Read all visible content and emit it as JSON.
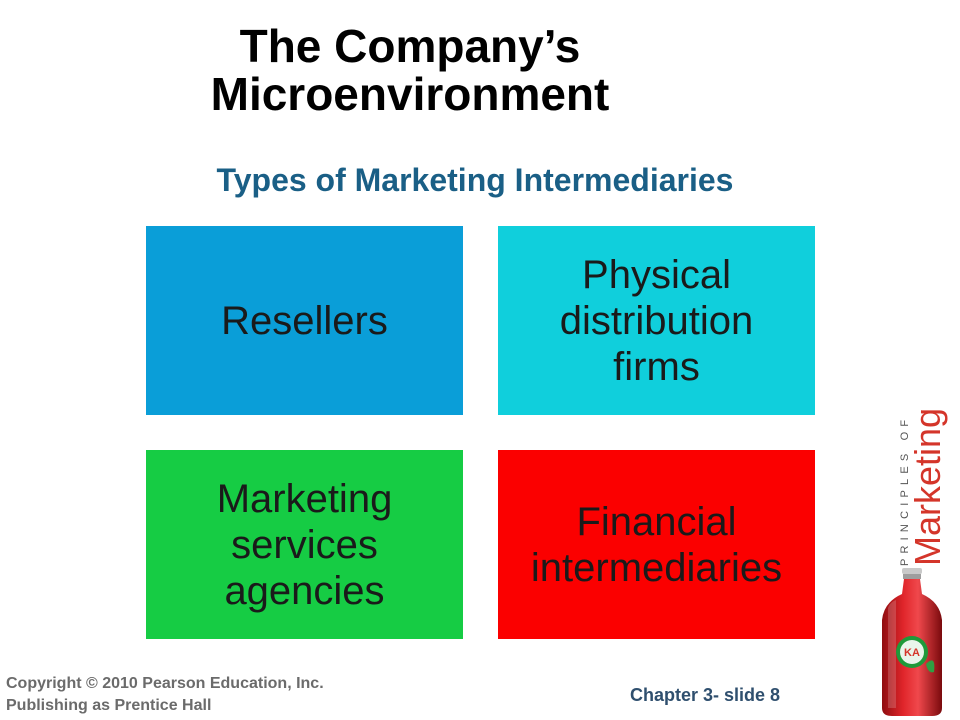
{
  "slide": {
    "title_line1": "The Company’s",
    "title_line2": "Microenvironment",
    "subtitle": "Types of Marketing Intermediaries",
    "boxes": [
      {
        "lines": [
          "Resellers"
        ],
        "color": "#0a9ed8"
      },
      {
        "lines": [
          "Physical",
          "distribution",
          "firms"
        ],
        "color": "#10cfdc"
      },
      {
        "lines": [
          "Marketing",
          "services",
          "agencies"
        ],
        "color": "#16cc44"
      },
      {
        "lines": [
          "Financial",
          "intermediaries"
        ],
        "color": "#fb0000"
      }
    ],
    "book_logo": {
      "small_text": "PRINCIPLES OF",
      "main_text": "Marketing",
      "main_color": "#d4352a"
    },
    "bottle_label": "KA",
    "copyright_line1": "Copyright © 2010 Pearson Education, Inc.",
    "copyright_line2": "Publishing as Prentice Hall",
    "slide_number": "Chapter 3- slide 8"
  }
}
